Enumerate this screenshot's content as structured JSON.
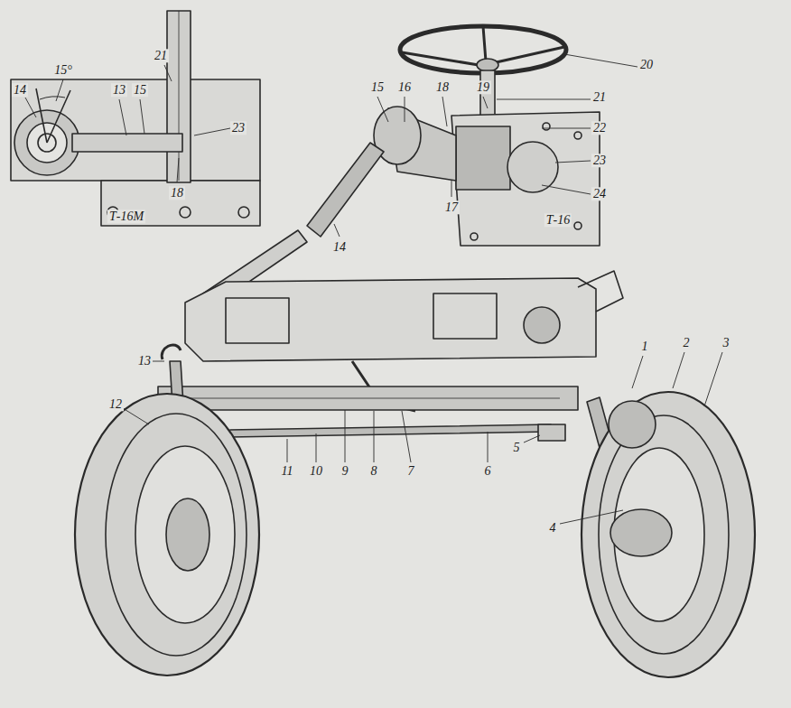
{
  "diagram": {
    "labels": [
      "14",
      "15°",
      "13",
      "15",
      "21",
      "23",
      "18",
      "Т-16М",
      "20",
      "15",
      "16",
      "18",
      "19",
      "21",
      "22",
      "23",
      "24",
      "17",
      "Т-16",
      "14",
      "13",
      "12",
      "1",
      "2",
      "3",
      "11",
      "10",
      "9",
      "8",
      "7",
      "6",
      "5",
      "4"
    ]
  }
}
